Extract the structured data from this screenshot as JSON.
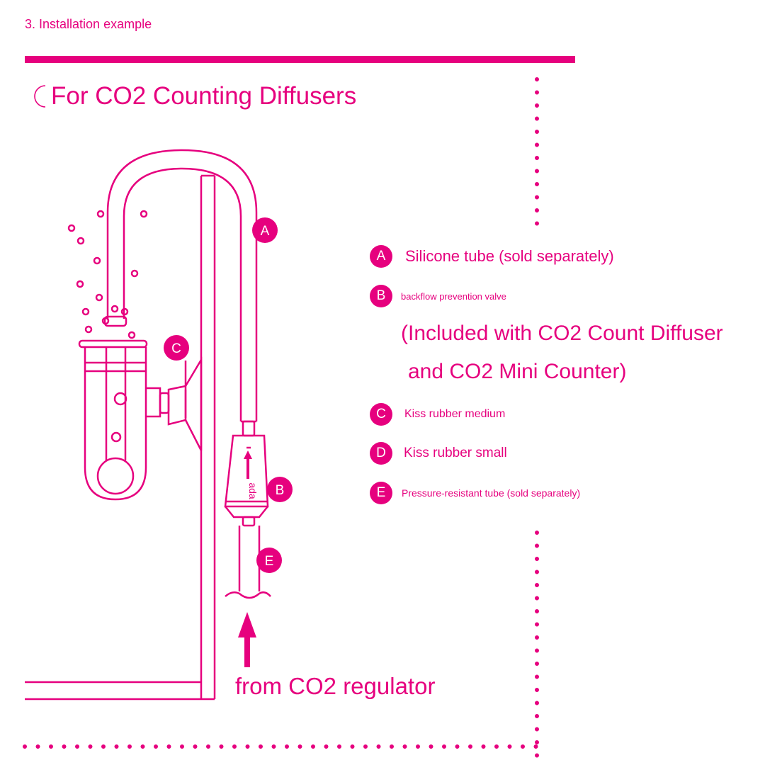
{
  "section_label": "3. Installation example",
  "title": "For CO2 Counting Diffusers",
  "diagram": {
    "markers": [
      "A",
      "B",
      "C",
      "E"
    ],
    "valve_marking": "ada",
    "source_label": "from CO2 regulator"
  },
  "legend": [
    {
      "letter": "A",
      "text": "Silicone tube (sold separately)"
    },
    {
      "letter": "B",
      "text": "backflow prevention valve"
    },
    {
      "letter": "C",
      "text": "Kiss rubber medium"
    },
    {
      "letter": "D",
      "text": "Kiss rubber small"
    },
    {
      "letter": "E",
      "text": "Pressure-resistant tube (sold separately)"
    }
  ],
  "included_note": {
    "line1": "(Included with CO2 Count Diffuser",
    "line2": "and CO2 Mini Counter)"
  },
  "colors": {
    "accent": "#e6007e",
    "background": "#ffffff"
  }
}
